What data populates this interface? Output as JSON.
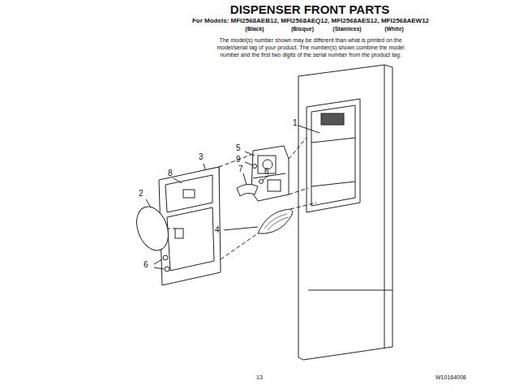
{
  "diagram": {
    "title": "DISPENSER FRONT PARTS",
    "labels": [
      "For Models: MFI2568AEB12, MFI2568AEQ12, MFI2568AES12, MFI2568AEW12",
      "(Black)",
      "(Bisque)",
      "(Stainless)",
      "(White)",
      "The model(s) number shown may be different than what is printed on the model/serial tag of your product. The number(s) shown combine the model number and the first two digits of the serial number from the product tag.",
      "1",
      "5",
      "9",
      "3",
      "8",
      "7",
      "6",
      "2",
      "4",
      "6",
      "13",
      "W10164008"
    ]
  }
}
